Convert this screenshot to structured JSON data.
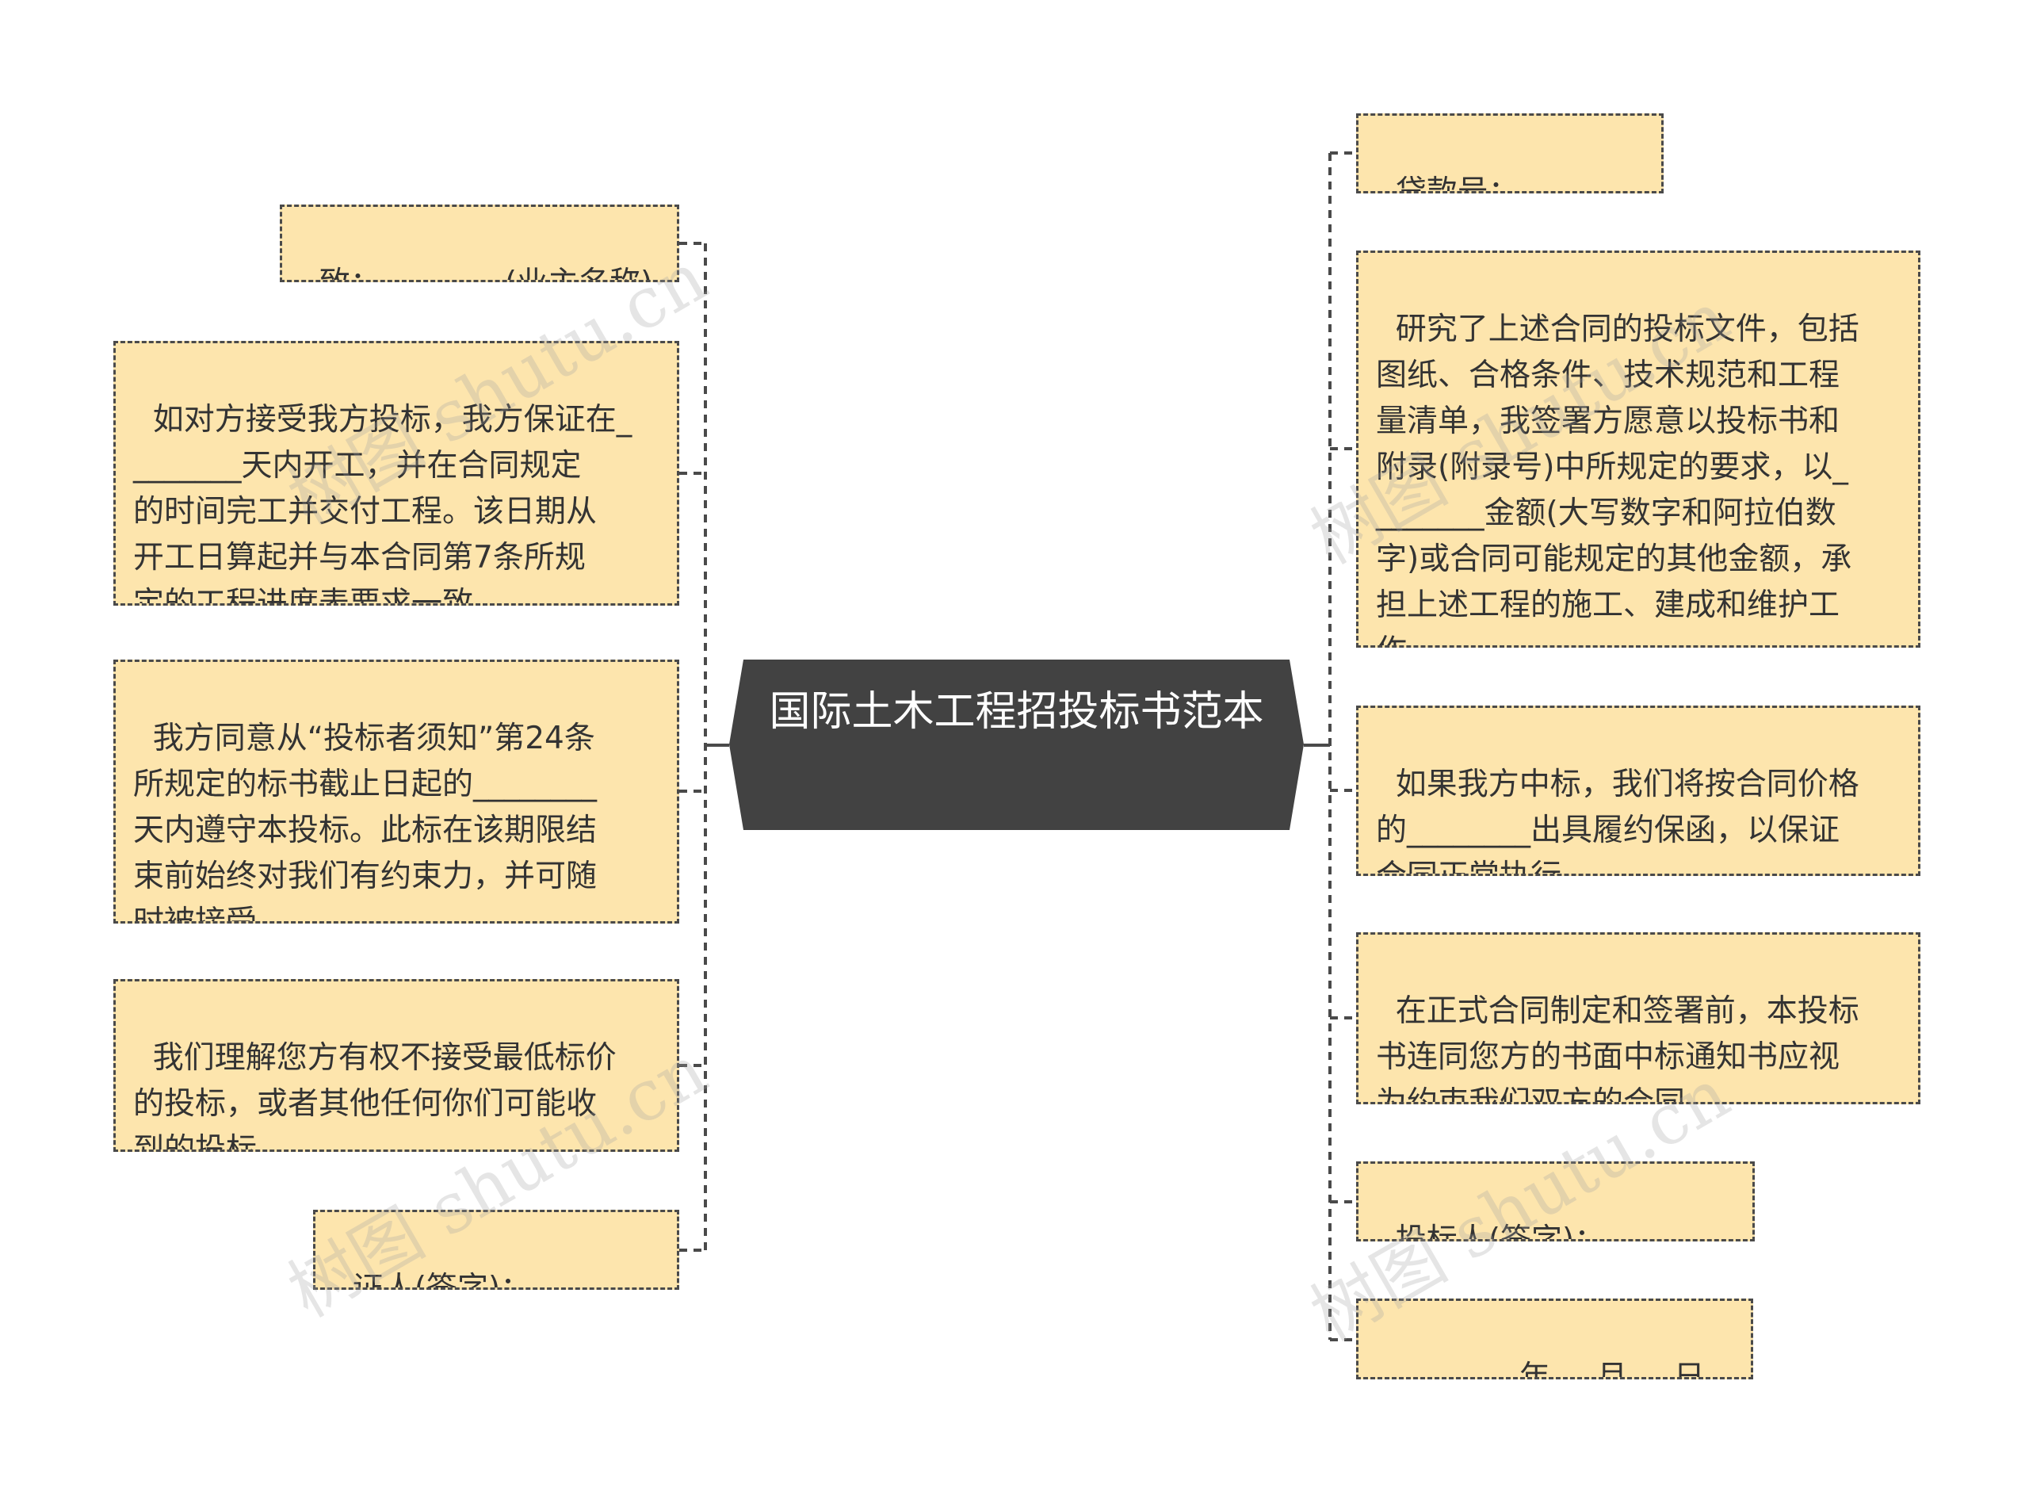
{
  "center": {
    "title": "国际土木工程招投标书范本"
  },
  "left_nodes": [
    {
      "text": "致：________(业主名称)"
    },
    {
      "text": "如对方接受我方投标，我方保证在_\n_______天内开工，并在合同规定\n的时间完工并交付工程。该日期从\n开工日算起并与本合同第7条所规\n定的工程进度表要求一致。"
    },
    {
      "text": "我方同意从“投标者须知”第24条\n所规定的标书截止日起的________\n天内遵守本投标。此标在该期限结\n束前始终对我们有约束力，并可随\n时被接受。"
    },
    {
      "text": "我们理解您方有权不接受最低标价\n的投标，或者其他任何你们可能收\n到的投标。"
    },
    {
      "text": "证人(签字)：________"
    }
  ],
  "right_nodes": [
    {
      "text": "贷款号：________"
    },
    {
      "text": "研究了上述合同的投标文件，包括\n图纸、合格条件、技术规范和工程\n量清单，我签署方愿意以投标书和\n附录(附录号)中所规定的要求，以_\n_______金额(大写数字和阿拉伯数\n字)或合同可能规定的其他金额，承\n担上述工程的施工、建成和维护工\n作。"
    },
    {
      "text": "如果我方中标，我们将按合同价格\n的________出具履约保函，以保证\n合同正常执行。"
    },
    {
      "text": "在正式合同制定和签署前，本投标\n书连同您方的书面中标通知书应视\n为约束我们双方的合同。"
    },
    {
      "text": "投标人(签字)：________"
    },
    {
      "text": "________年___月___日"
    }
  ],
  "watermark": "树图 shutu.cn",
  "colors": {
    "node_fill": "#fde5ad",
    "node_border": "#4a4a4a",
    "center_fill": "#424242",
    "center_text": "#ffffff",
    "connector": "#4a4a4a"
  }
}
